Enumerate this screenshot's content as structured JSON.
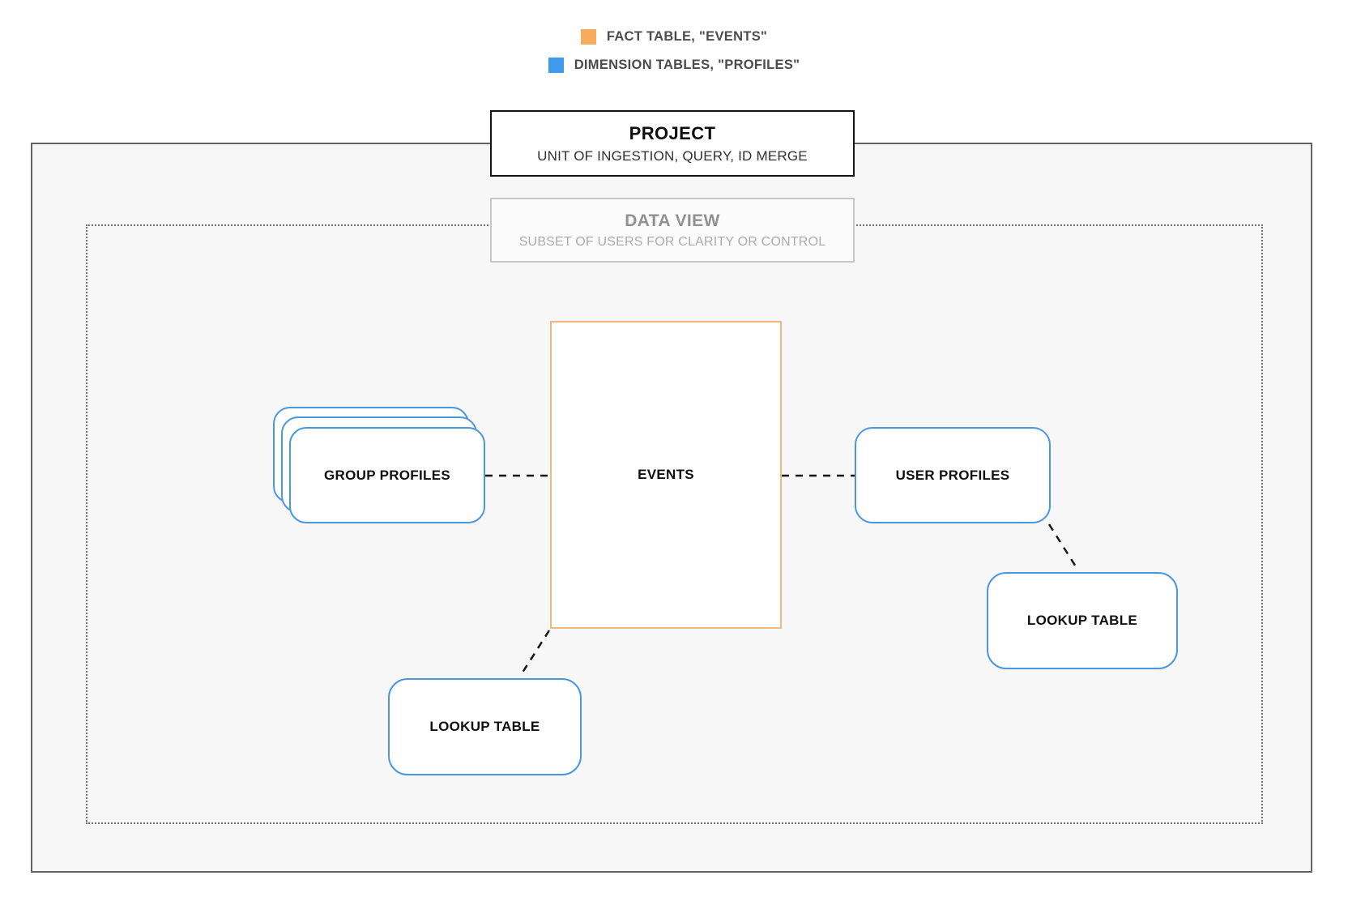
{
  "colors": {
    "fact": "#F7AC5D",
    "dimension": "#3E9BED",
    "events_border": "#EFBA7A",
    "profiles_border": "#4A97DE"
  },
  "legend": {
    "items": [
      {
        "name": "fact-table",
        "label": "FACT TABLE, \"EVENTS\"",
        "color": "#F7AC5D"
      },
      {
        "name": "dimension-tables",
        "label": "DIMENSION TABLES, \"PROFILES\"",
        "color": "#3E9BED"
      }
    ]
  },
  "project": {
    "title": "PROJECT",
    "subtitle": "UNIT OF INGESTION, QUERY, ID MERGE"
  },
  "data_view": {
    "title": "DATA VIEW",
    "subtitle": "SUBSET OF USERS FOR CLARITY OR CONTROL"
  },
  "nodes": {
    "events": {
      "label": "EVENTS"
    },
    "group_profiles": {
      "label": "GROUP PROFILES"
    },
    "user_profiles": {
      "label": "USER PROFILES"
    },
    "lookup_table_left": {
      "label": "LOOKUP TABLE"
    },
    "lookup_table_right": {
      "label": "LOOKUP TABLE"
    }
  }
}
